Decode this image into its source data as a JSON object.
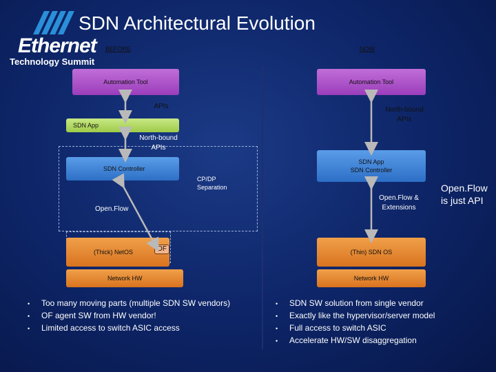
{
  "title": "SDN Architectural Evolution",
  "logo": {
    "word": "Ethernet",
    "sub": "Technology Summit"
  },
  "before": {
    "heading": "BEFORE",
    "automation_tool": "Automation Tool",
    "apis": "APIs",
    "sdn_app": "SDN App",
    "north_bound": "North-bound APIs",
    "sdn_controller": "SDN Controller",
    "cp_dp": "CP/DP Separation",
    "openflow": "Open.Flow",
    "thick_netos": "(Thick) NetOS",
    "of": "OF",
    "network_hw": "Network HW",
    "bullets": [
      "Too many moving parts (multiple SDN SW vendors)",
      "OF agent SW from HW vendor!",
      "Limited access to switch ASIC access"
    ]
  },
  "now": {
    "heading": "NOW",
    "automation_tool": "Automation Tool",
    "north_bound": "North-bound APIs",
    "sdn_app_controller_1": "SDN App",
    "sdn_app_controller_2": "SDN Controller",
    "openflow_ext": "Open.Flow & Extensions",
    "just_api": "Open.Flow is just API",
    "thin_sdnos": "(Thin) SDN OS",
    "network_hw": "Network HW",
    "bullets": [
      "SDN SW solution from single vendor",
      "Exactly like the hypervisor/server model",
      "Full access to switch ASIC",
      "Accelerate HW/SW disaggregation"
    ]
  },
  "colors": {
    "pink": "#b457d0",
    "blue": "#3f85d8",
    "green": "#b3da64",
    "orange": "#e4862f",
    "background": "#0d2466"
  }
}
